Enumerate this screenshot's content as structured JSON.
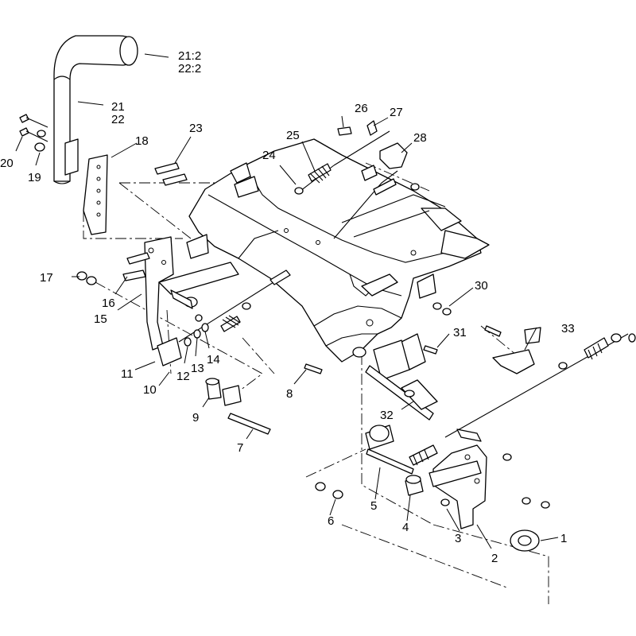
{
  "callouts": {
    "c1": "1",
    "c2": "2",
    "c3": "3",
    "c4": "4",
    "c5": "5",
    "c6": "6",
    "c7": "7",
    "c8": "8",
    "c9": "9",
    "c10": "10",
    "c11": "11",
    "c12": "12",
    "c13": "13",
    "c14": "14",
    "c15": "15",
    "c16": "16",
    "c17": "17",
    "c18": "18",
    "c19": "19",
    "c20": "20",
    "c21": "21",
    "c21b": "22",
    "c21_2": "21:2",
    "c22_2": "22:2",
    "c23": "23",
    "c24": "24",
    "c25": "25",
    "c26": "26",
    "c27": "27",
    "c28": "28",
    "c30": "30",
    "c31": "31",
    "c32": "32",
    "c33": "33"
  }
}
